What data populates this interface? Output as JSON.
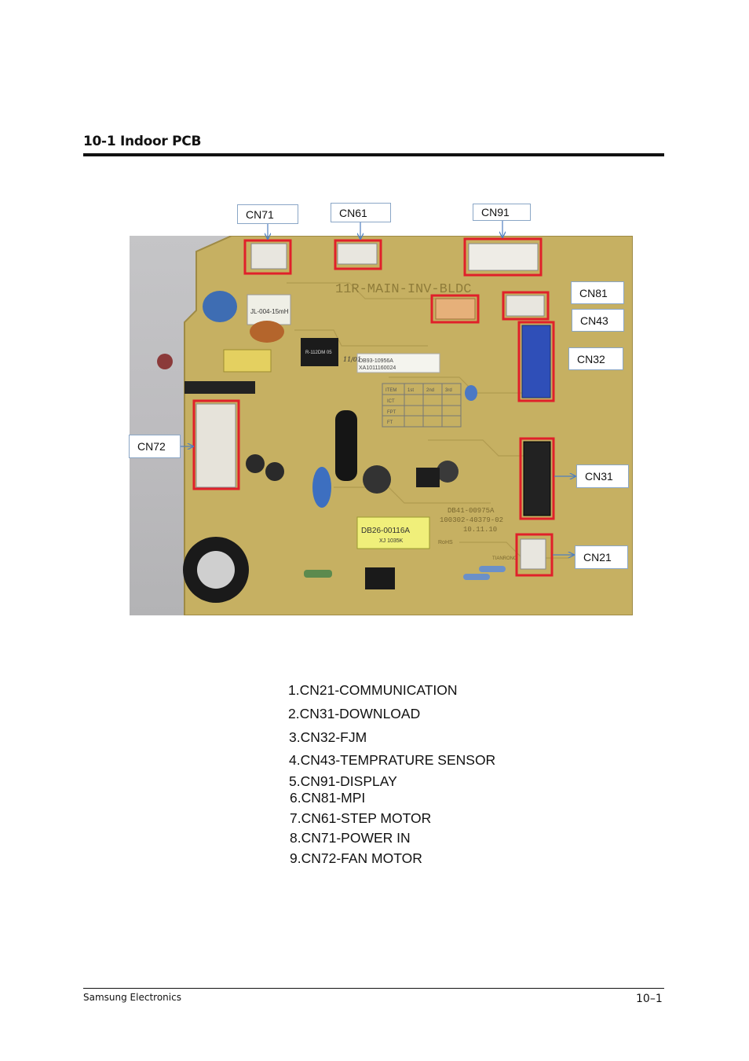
{
  "section_title": "10-1 Indoor PCB",
  "board": {
    "silkscreen_main": "11R-MAIN-INV-BLDC",
    "choke_label": "JL-004-15mH",
    "relay_label": "R-112DM 05",
    "sticker_code": "DB93-10956A",
    "sticker_serial": "XA1011160024",
    "sticker_mark": "11/01",
    "table_headers": [
      "ITEM",
      "1st",
      "2nd",
      "3rd"
    ],
    "table_rows": [
      "ICT",
      "FPT",
      "FT"
    ],
    "pcb_code": "DB41-00975A",
    "pcb_date_code": "100302-40379-02",
    "pcb_date": "10.11.10",
    "rohs": "RoHS",
    "transformer_label": "DB26-00116A",
    "transformer_sub": "XJ 1035K",
    "maker": "TIANRONG"
  },
  "callouts": [
    {
      "id": "cn71",
      "label": "CN71"
    },
    {
      "id": "cn61",
      "label": "CN61"
    },
    {
      "id": "cn91",
      "label": "CN91"
    },
    {
      "id": "cn81",
      "label": "CN81"
    },
    {
      "id": "cn43",
      "label": "CN43"
    },
    {
      "id": "cn32",
      "label": "CN32"
    },
    {
      "id": "cn72",
      "label": "CN72"
    },
    {
      "id": "cn31",
      "label": "CN31"
    },
    {
      "id": "cn21",
      "label": "CN21"
    }
  ],
  "legend": [
    "1.CN21-COMMUNICATION",
    "2.CN31-DOWNLOAD",
    "3.CN32-FJM",
    "4.CN43-TEMPRATURE SENSOR",
    "5.CN91-DISPLAY",
    "6.CN81-MPI",
    "7.CN61-STEP MOTOR",
    "8.CN71-POWER IN",
    "9.CN72-FAN MOTOR"
  ],
  "footer": {
    "left": "Samsung Electronics",
    "page": "10–1"
  },
  "colors": {
    "highlight": "#e0202a",
    "arrow": "#4f7fc0",
    "board": "#c9b56a"
  }
}
